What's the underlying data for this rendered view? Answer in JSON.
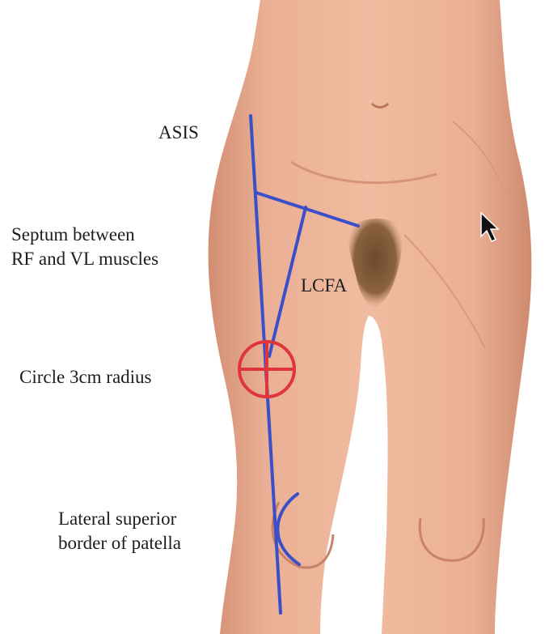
{
  "labels": {
    "asis": "ASIS",
    "septum_line1": "Septum between",
    "septum_line2": "RF and VL muscles",
    "lcfa": "LCFA",
    "circle": "Circle 3cm radius",
    "patella_line1": "Lateral superior",
    "patella_line2": "border of patella"
  },
  "colors": {
    "line": "#3b4fc8",
    "circle": "#e0353a",
    "skin": "#e9ab8e",
    "skin_shadow": "#c98268",
    "hair": "#8a6240",
    "text": "#1c1c1c"
  },
  "icons": {
    "cursor": "mouse-pointer-icon"
  }
}
